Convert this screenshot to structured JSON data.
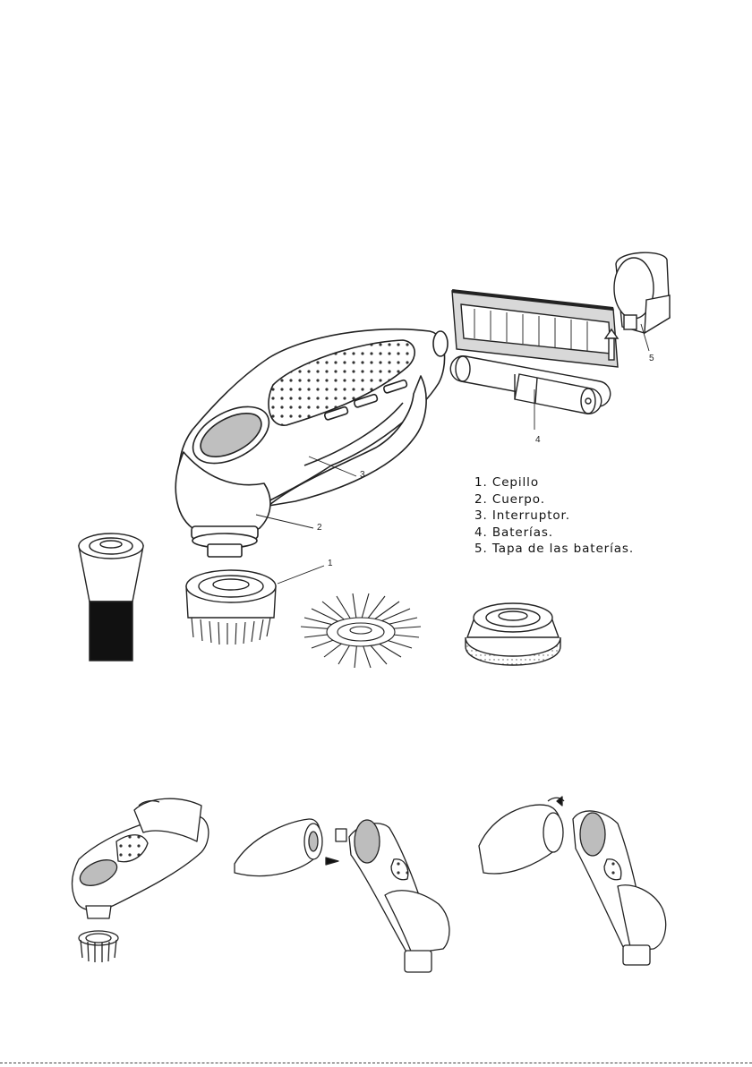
{
  "callouts": {
    "c1": "1",
    "c2": "2",
    "c3": "3",
    "c4": "4",
    "c5": "5"
  },
  "legend": [
    "1. Cepillo",
    "2. Cuerpo.",
    "3. Interruptor.",
    "4. Baterías.",
    "5. Tapa de las baterías."
  ]
}
